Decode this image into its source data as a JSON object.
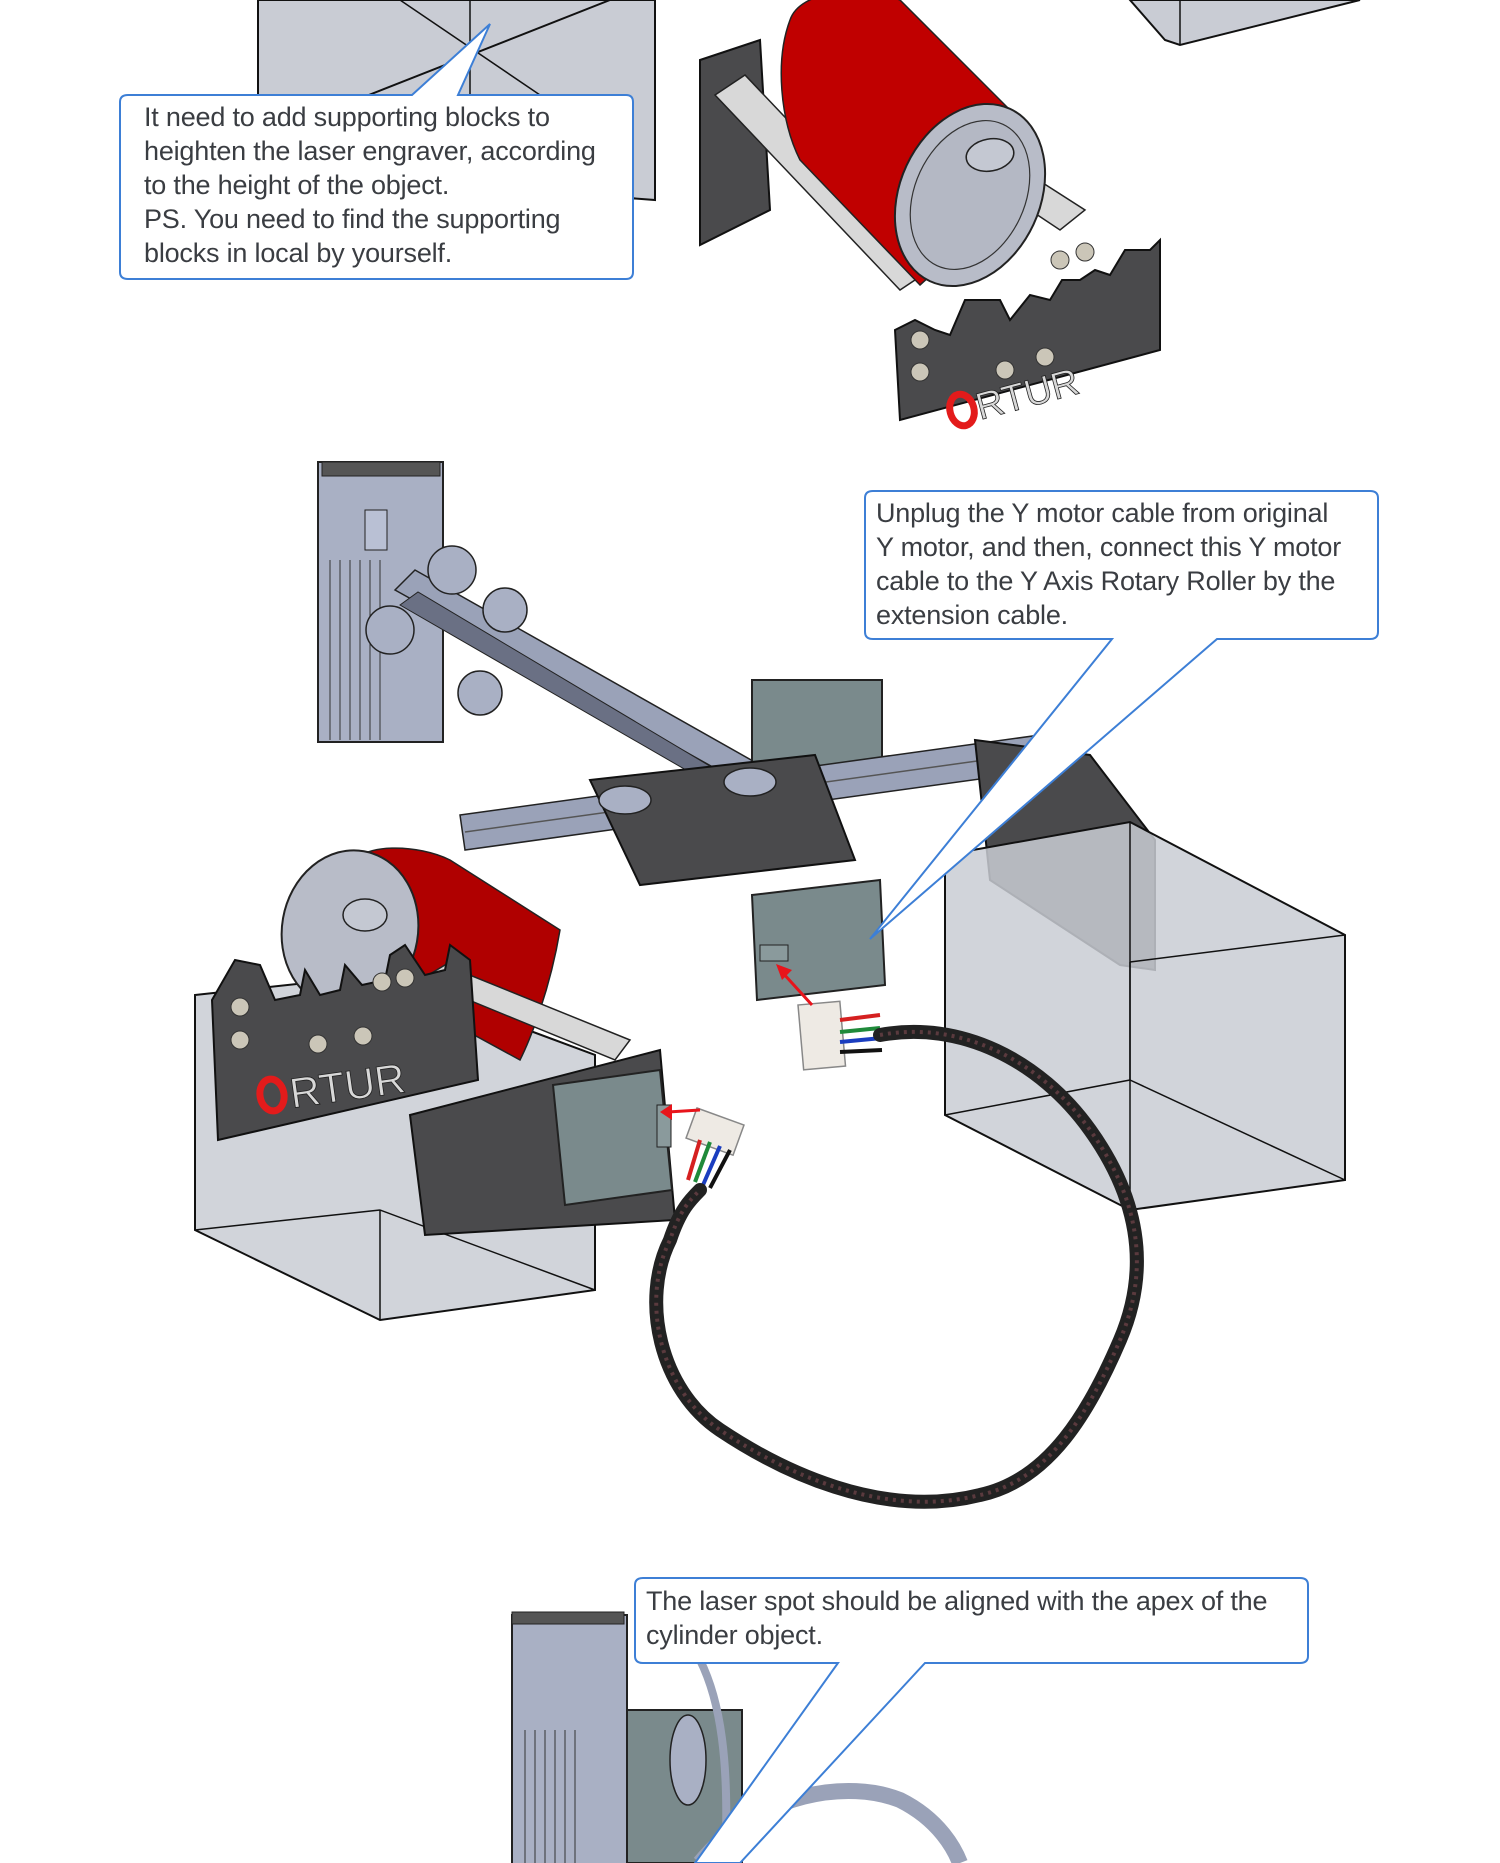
{
  "document": {
    "subject": "Y Axis Rotary Roller installation on laser engraver",
    "brand_logo_text": "ORTUR",
    "colors": {
      "callout_border": "#3d7fd6",
      "callout_text": "#3a3d42",
      "can_red": "#c00000",
      "plate_dark": "#4a4a4c",
      "aluminum": "#a9b0c4",
      "support_block": "#c9ccd4",
      "motor": "#7a8a8c",
      "pointer_arrow": "#e8141b"
    }
  },
  "callouts": [
    {
      "id": "supporting-blocks",
      "text": "It need to add supporting blocks to\nheighten the laser engraver, according\nto the height of the object.\nPS. You need to find the supporting\nblocks in local by yourself."
    },
    {
      "id": "y-motor-cable",
      "text": "Unplug the Y motor cable from original\nY motor, and then, connect this Y motor\ncable to the Y Axis Rotary Roller by the\nextension cable."
    },
    {
      "id": "laser-alignment",
      "text": "The laser spot should be aligned with the apex of the\ncylinder object."
    }
  ],
  "figures": [
    {
      "id": "roller-with-can",
      "label": "Rotary roller holding a red cylinder can"
    },
    {
      "id": "engraver-on-blocks",
      "label": "Laser engraver raised on supporting blocks with extension cable"
    },
    {
      "id": "laser-head-side",
      "label": "Laser head side view"
    }
  ]
}
